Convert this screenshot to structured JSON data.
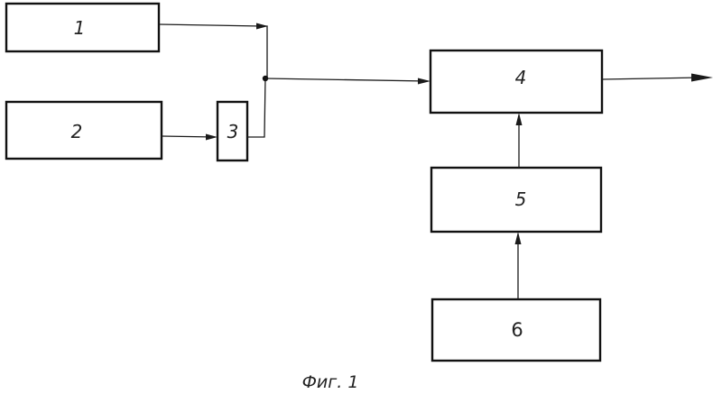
{
  "blocks": {
    "b1": {
      "label": "1"
    },
    "b2": {
      "label": "2"
    },
    "b3": {
      "label": "3"
    },
    "b4": {
      "label": "4"
    },
    "b5": {
      "label": "5"
    },
    "b6": {
      "label": "6"
    }
  },
  "caption": "Фиг. 1",
  "connections": [
    {
      "from": "1",
      "to": "4"
    },
    {
      "from": "2",
      "to": "3"
    },
    {
      "from": "3",
      "to": "4"
    },
    {
      "from": "6",
      "to": "5"
    },
    {
      "from": "5",
      "to": "4"
    },
    {
      "from": "4",
      "to": "output"
    }
  ],
  "colors": {
    "line": "#1a1a1a",
    "background": "#ffffff"
  }
}
